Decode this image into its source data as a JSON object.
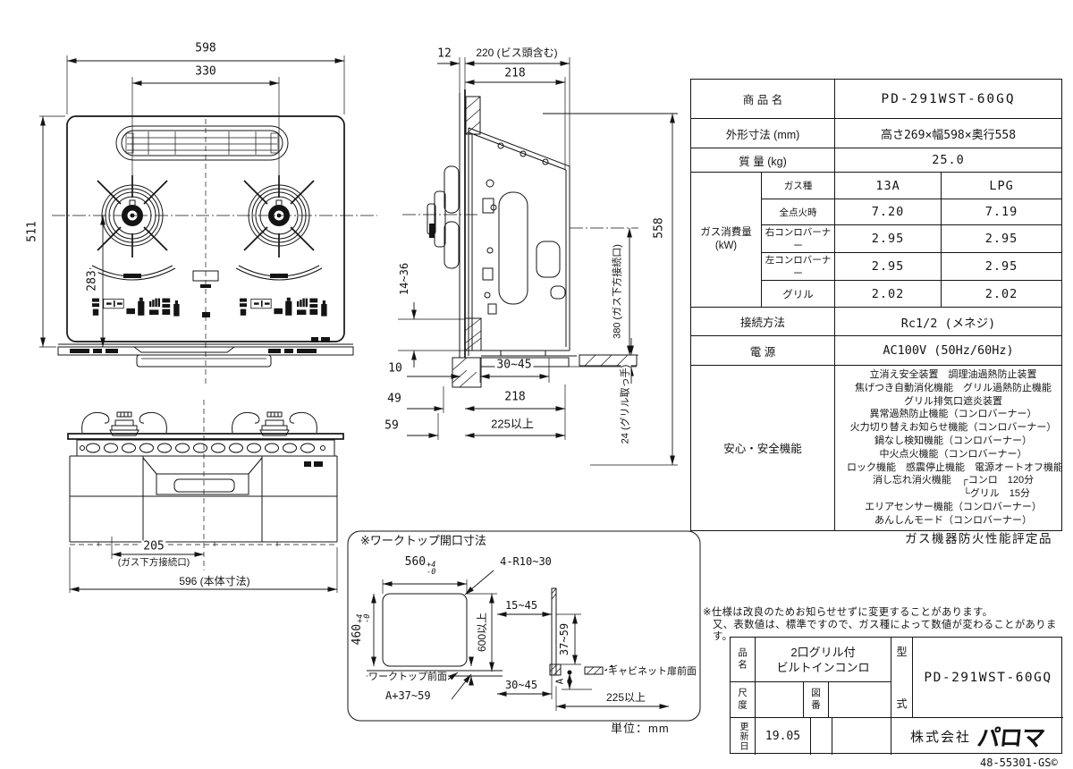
{
  "doc": {
    "unit_note": "単位：mm",
    "doc_no": "48-55301-GS©",
    "fire_cert": "ガス機器防火性能評定品",
    "note1": "※仕様は改良のためお知らせせずに変更することがあります。",
    "note2": "又、表数値は、標準ですので、ガス種によって数値が変わることがあります。"
  },
  "spec": {
    "product_label": "商 品 名",
    "product_value": "PD-291WST-60GQ",
    "dim_label": "外形寸法 (mm)",
    "dim_value": "高さ269×幅598×奥行558",
    "weight_label": "質 量 (kg)",
    "weight_value": "25.0",
    "gas_label1": "ガス消費量",
    "gas_label2": "(kW)",
    "gas_rows": [
      {
        "label": "ガス種",
        "a": "13A",
        "b": "LPG"
      },
      {
        "label": "全点火時",
        "a": "7.20",
        "b": "7.19"
      },
      {
        "label": "右コンロバーナー",
        "a": "2.95",
        "b": "2.95"
      },
      {
        "label": "左コンロバーナー",
        "a": "2.95",
        "b": "2.95"
      },
      {
        "label": "グリル",
        "a": "2.02",
        "b": "2.02"
      }
    ],
    "conn_label": "接続方法",
    "conn_value": "Rc1/2 (メネジ)",
    "power_label": "電 源",
    "power_value": "AC100V (50Hz/60Hz)",
    "safety_label": "安心・安全機能",
    "safety_lines": [
      "立消え安全装置　調理油過熱防止装置",
      "焦げつき自動消化機能　グリル過熱防止機能",
      "グリル排気口遮炎装置",
      "異常過熱防止機能（コンロバーナー）",
      "火力切り替えお知らせ機能（コンロバーナー）",
      "鍋なし検知機能（コンロバーナー）",
      "中火点火機能（コンロバーナー）",
      "ロック機能　感震停止機能　電源オートオフ機能",
      "消し忘れ消火機能　┌コンロ　120分",
      "└グリル　15分",
      "エリアセンサー機能（コンロバーナー）",
      "あんしんモード（コンロバーナー）"
    ]
  },
  "dims": {
    "tv_width": "598",
    "tv_pitch": "330",
    "tv_depth": "511",
    "tv_front": "283",
    "sv_overhang": "12",
    "sv_top": "220 (ビス頭含む)",
    "sv_218a": "218",
    "sv_thick": "14~36",
    "sv_gasport": "380 (ガス下方接続口)",
    "sv_total": "558",
    "sv_10": "10",
    "sv_3045": "30~45",
    "sv_49": "49",
    "sv_218b": "218",
    "sv_59": "59",
    "sv_225": "225以上",
    "sv_handle": "24 (グリル取っ手)",
    "fv_gas": "205",
    "fv_gasnote": "(ガス下方接続口)",
    "fv_width": "596 (本体寸法)"
  },
  "worktop": {
    "title": "※ワークトップ開口寸法",
    "w": "560",
    "wp": "+4",
    "wm": "-0",
    "h": "460",
    "hp": "+4",
    "hm": "-0",
    "corner": "4-R10~30",
    "min600": "600以上",
    "front": "ワークトップ前面",
    "aplus": "A+37~59",
    "g1545": "15~45",
    "g3759": "37~59",
    "g3045": "30~45",
    "a": "A",
    "cabinet": "キャビネット扉前面",
    "min225": "225以上"
  },
  "title_block": {
    "name_label": "品名",
    "name_line1": "2口グリル付",
    "name_line2": "ビルトインコンロ",
    "type_top": "型",
    "type_bottom": "式",
    "model": "PD-291WST-60GQ",
    "scale_label": "尺度",
    "dwg_label": "図番",
    "date_label": "更新日",
    "date": "19.05",
    "company": "株式会社",
    "brand": "パロマ"
  }
}
